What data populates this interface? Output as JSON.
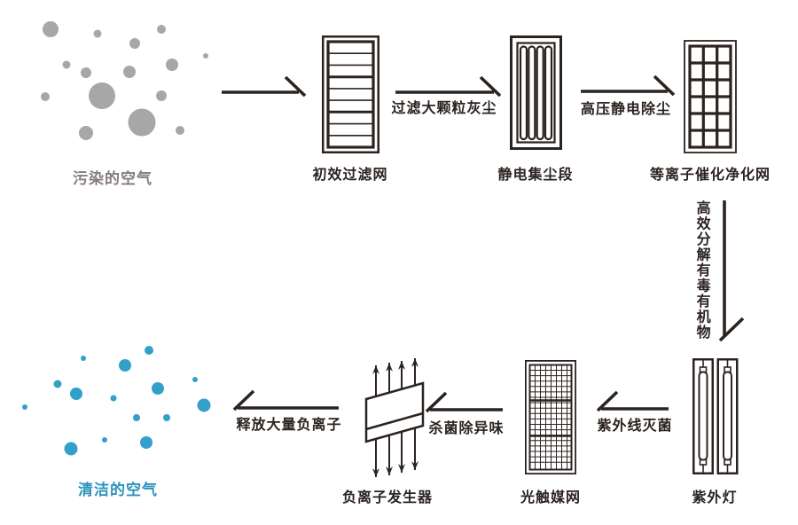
{
  "palette": {
    "background": "#ffffff",
    "ink": "#2b2320",
    "gray_particle": "#a7a7a7",
    "gray_label": "#857d7a",
    "blue_particle": "#33a0ca",
    "blue_label": "#2b93bc"
  },
  "diagram": {
    "input": {
      "label": "污染的空气"
    },
    "output": {
      "label": "清洁的空气"
    },
    "stages": [
      {
        "label": "初效过滤网"
      },
      {
        "label": "静电集尘段"
      },
      {
        "label": "等离子催化净化网"
      },
      {
        "label": "紫外灯"
      },
      {
        "label": "光触媒网"
      },
      {
        "label": "负离子发生器"
      }
    ],
    "transitions": [
      {
        "label": "过滤大颗粒灰尘"
      },
      {
        "label": "高压静电除尘"
      },
      {
        "label": "高效分解有毒有机物"
      },
      {
        "label": "紫外线灭菌"
      },
      {
        "label": "杀菌除异味"
      },
      {
        "label": "释放大量负离子"
      }
    ]
  },
  "particles": {
    "polluted": [
      [
        57,
        33,
        9
      ],
      [
        110,
        38,
        4.5
      ],
      [
        152,
        49,
        6
      ],
      [
        182,
        33,
        5
      ],
      [
        75,
        73,
        4.5
      ],
      [
        97,
        82,
        6
      ],
      [
        146,
        81,
        7
      ],
      [
        194,
        73,
        7
      ],
      [
        232,
        63,
        3
      ],
      [
        51,
        109,
        5
      ],
      [
        115,
        108,
        15
      ],
      [
        182,
        108,
        6
      ],
      [
        160,
        138,
        15.5
      ],
      [
        97,
        150,
        8
      ],
      [
        203,
        147,
        5
      ]
    ],
    "clean": [
      [
        168,
        395,
        5
      ],
      [
        94,
        404,
        3
      ],
      [
        141,
        412,
        7
      ],
      [
        220,
        428,
        3
      ],
      [
        65,
        433,
        4.5
      ],
      [
        86,
        444,
        7
      ],
      [
        128,
        449,
        3.5
      ],
      [
        178,
        438,
        7
      ],
      [
        28,
        459,
        3
      ],
      [
        230,
        457,
        7.5
      ],
      [
        154,
        471,
        4
      ],
      [
        188,
        471,
        4
      ],
      [
        118,
        496,
        3
      ],
      [
        80,
        506,
        7.5
      ],
      [
        165,
        499,
        7
      ]
    ]
  }
}
